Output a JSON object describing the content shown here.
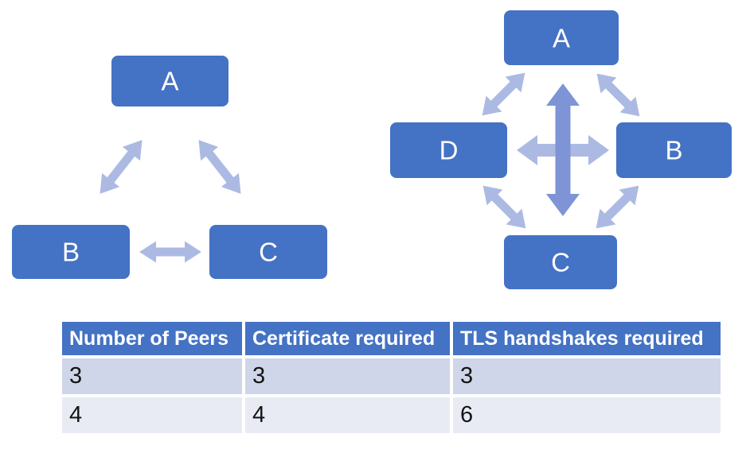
{
  "colors": {
    "node_fill": "#4472C4",
    "node_text": "#FFFFFF",
    "arrow_light": "#ACBAE3",
    "arrow_dark": "#7E94D6",
    "table_header_bg": "#4472C4",
    "table_header_text": "#FFFFFF",
    "table_row1_bg": "#D0D6E9",
    "table_row2_bg": "#E9EBF4",
    "table_body_text": "#141414"
  },
  "diagrams": {
    "three_peer": {
      "nodes": {
        "a": "A",
        "b": "B",
        "c": "C"
      }
    },
    "four_peer": {
      "nodes": {
        "a": "A",
        "d": "D",
        "b": "B",
        "c": "C"
      }
    }
  },
  "table": {
    "headers": [
      "Number of Peers",
      "Certificate required",
      "TLS handshakes required"
    ],
    "rows": [
      [
        "3",
        "3",
        "3"
      ],
      [
        "4",
        "4",
        "6"
      ]
    ]
  }
}
